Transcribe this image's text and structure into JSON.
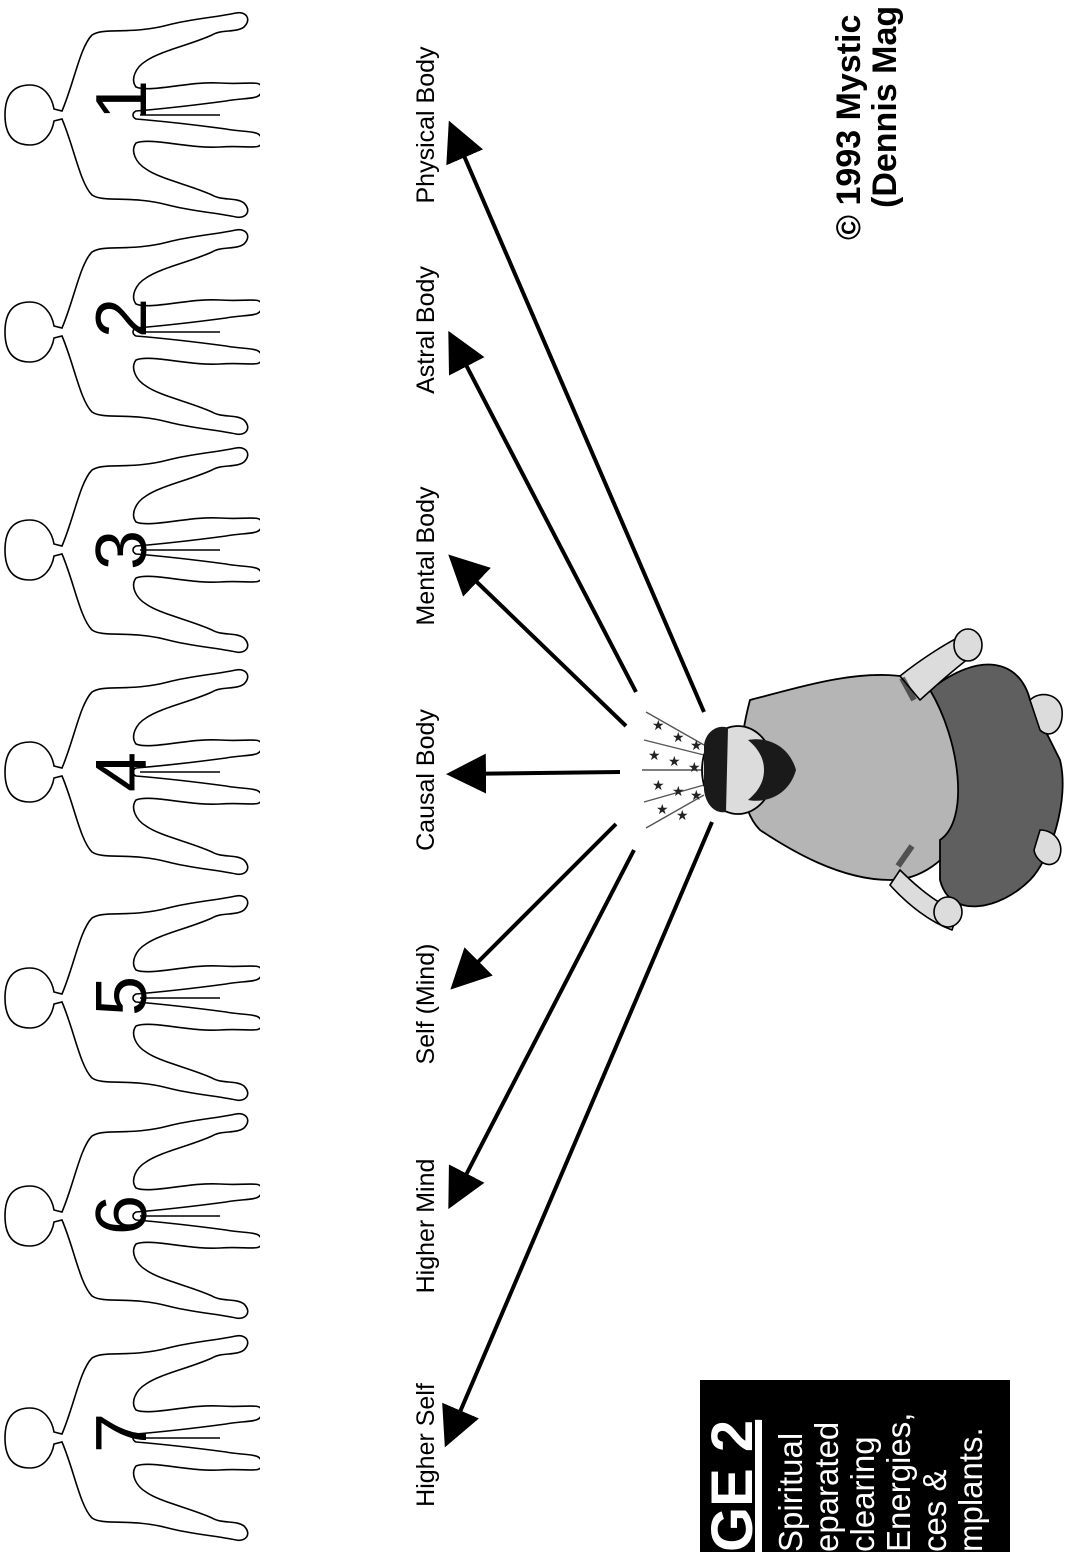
{
  "bodies": [
    {
      "number": "1",
      "label": "Physical Body"
    },
    {
      "number": "2",
      "label": "Astral Body"
    },
    {
      "number": "3",
      "label": "Mental Body"
    },
    {
      "number": "4",
      "label": "Causal Body"
    },
    {
      "number": "5",
      "label": "Self (Mind)"
    },
    {
      "number": "6",
      "label": "Higher Mind"
    },
    {
      "number": "7",
      "label": "Higher Self"
    }
  ],
  "copyright": {
    "line1": "© 1993 Mystic",
    "line2": "(Dennis Mag"
  },
  "stage_box": {
    "title": "GE 2",
    "lines": [
      "Spiritual",
      "eparated",
      "clearing",
      "Energies,",
      "ces &",
      "mplants."
    ]
  },
  "colors": {
    "ink": "#000000",
    "paper": "#ffffff",
    "shirt": "#b5b5b5",
    "pants": "#5f5f5f",
    "skin": "#dcdcdc"
  }
}
